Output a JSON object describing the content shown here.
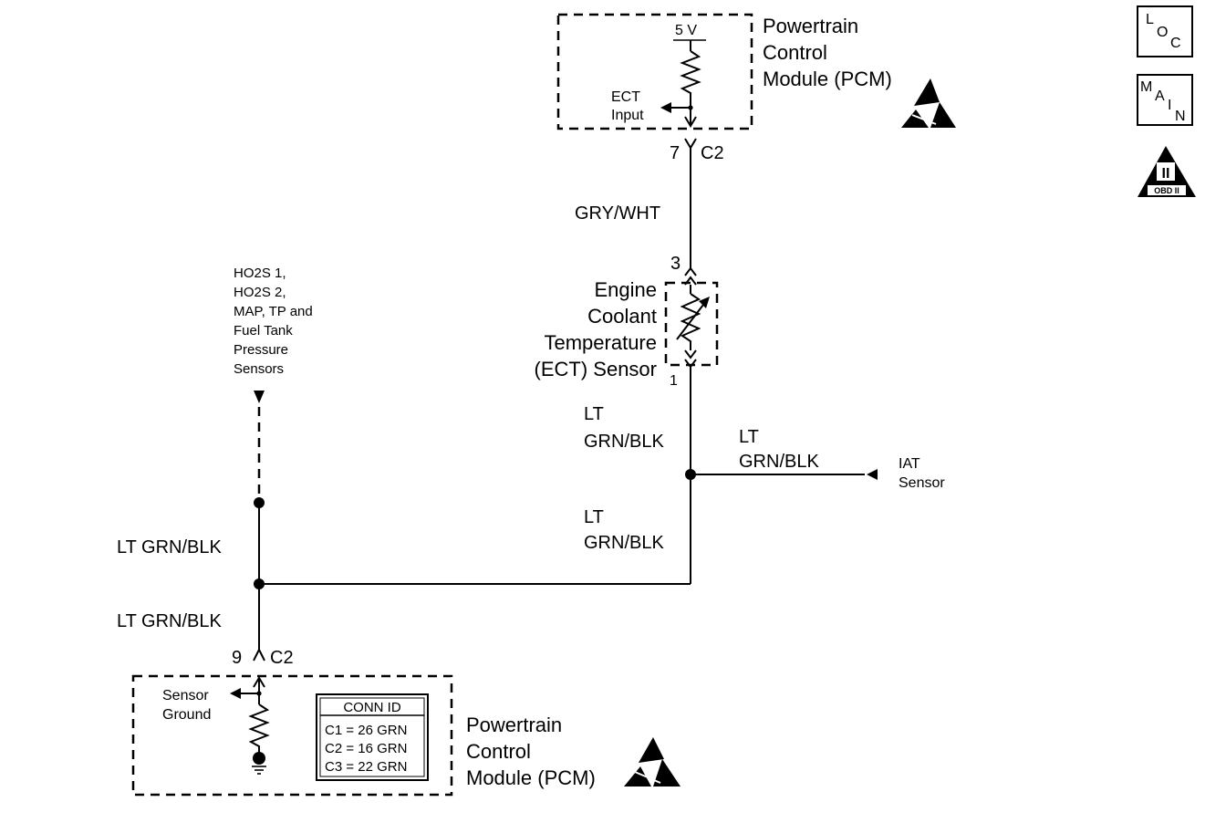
{
  "pcm_top": {
    "title_lines": [
      "Powertrain",
      "Control",
      "Module (PCM)"
    ],
    "voltage": "5 V",
    "input_lines": [
      "ECT",
      "Input"
    ]
  },
  "connector_top": {
    "pin": "7",
    "id": "C2"
  },
  "wire_top": "GRY/WHT",
  "ect_sensor": {
    "name_lines": [
      "Engine",
      "Coolant",
      "Temperature",
      "(ECT) Sensor"
    ],
    "pin_top": "3",
    "pin_bottom": "1"
  },
  "wire_ect_low": [
    "LT",
    "GRN/BLK"
  ],
  "wire_iat": [
    "LT",
    "GRN/BLK"
  ],
  "iat": {
    "label_lines": [
      "IAT",
      "Sensor"
    ]
  },
  "wire_mid": [
    "LT",
    "GRN/BLK"
  ],
  "other_sensors": {
    "label_lines": [
      "HO2S 1,",
      "HO2S 2,",
      "MAP, TP and",
      "Fuel Tank",
      "Pressure",
      "Sensors"
    ]
  },
  "wire_left_upper": "LT GRN/BLK",
  "wire_left_lower": "LT GRN/BLK",
  "connector_bottom": {
    "pin": "9",
    "id": "C2"
  },
  "pcm_bottom": {
    "title_lines": [
      "Powertrain",
      "Control",
      "Module (PCM)"
    ],
    "ground_lines": [
      "Sensor",
      "Ground"
    ]
  },
  "conn_id": {
    "header": "CONN ID",
    "rows": [
      "C1 = 26 GRN",
      "C2 = 16 GRN",
      "C3 = 22 GRN"
    ]
  },
  "nav_icons": {
    "loc": [
      "L",
      "O",
      "C"
    ],
    "main": [
      "M",
      "A",
      "I",
      "N"
    ],
    "obd": {
      "numeral": "II",
      "caption": "OBD II"
    }
  }
}
